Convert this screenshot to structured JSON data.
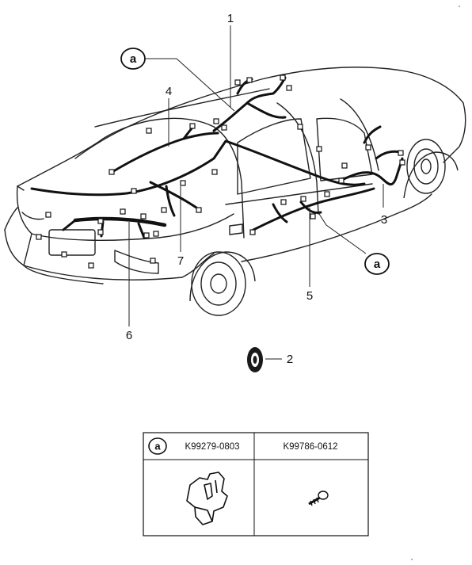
{
  "diagram": {
    "callouts": {
      "c1": "1",
      "c2": "2",
      "c3": "3",
      "c4": "4",
      "c5": "5",
      "c6": "6",
      "c7": "7"
    },
    "ref_marker": "a"
  },
  "parts_table": {
    "marker": "a",
    "col1_part": "K99279-0803",
    "col2_part": "K99786-0612"
  }
}
